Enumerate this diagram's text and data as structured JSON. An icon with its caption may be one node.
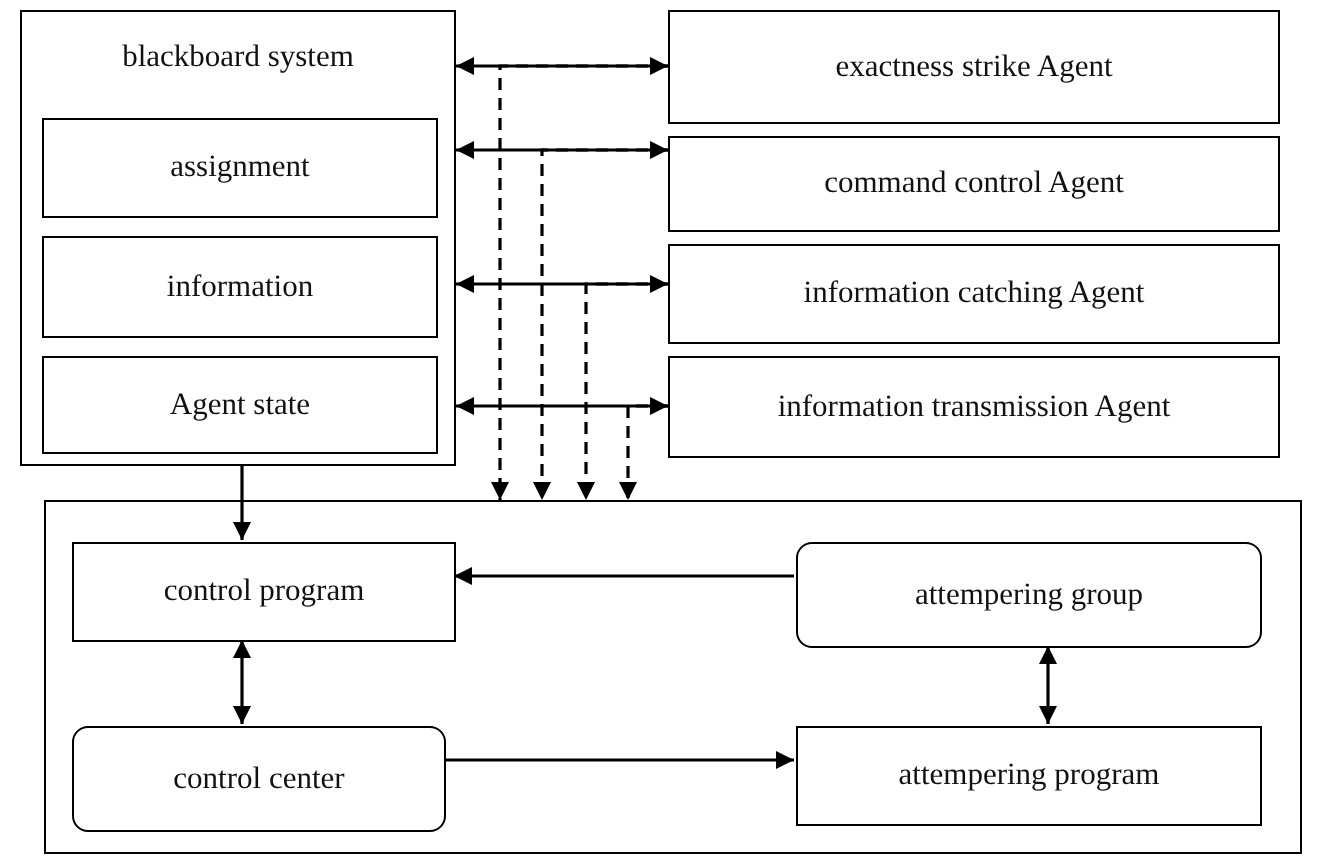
{
  "diagram": {
    "nodes": [
      {
        "text": [
          "blackboard system"
        ]
      },
      {
        "text": [
          "assignment"
        ],
        "in": 0
      },
      {
        "text": [
          "information"
        ],
        "in": 0
      },
      {
        "text": [
          "Agent state"
        ],
        "in": 0
      },
      {
        "text": [
          "exactness strike Agent"
        ]
      },
      {
        "text": [
          "command control Agent"
        ]
      },
      {
        "text": [
          "information catching Agent"
        ]
      },
      {
        "text": [
          "information transmission Agent"
        ]
      },
      {
        "text": [],
        "shape": "box"
      },
      {
        "text": [
          "control program"
        ],
        "in": 8
      },
      {
        "text": [
          "attempering group"
        ],
        "in": 8
      },
      {
        "text": [
          "control center"
        ],
        "in": 8
      },
      {
        "text": [
          "attempering program"
        ],
        "in": 8
      }
    ],
    "edges": [
      {
        "from": 0,
        "to": 4,
        "arrow": "both"
      },
      {
        "from": 0,
        "to": 5,
        "arrow": "both"
      },
      {
        "from": 0,
        "to": 6,
        "arrow": "both"
      },
      {
        "from": 0,
        "to": 7,
        "arrow": "both"
      },
      {
        "from": 4,
        "to": 8,
        "arrow": "to",
        "style": "dashed"
      },
      {
        "from": 5,
        "to": 8,
        "arrow": "to",
        "style": "dashed"
      },
      {
        "from": 6,
        "to": 8,
        "arrow": "to",
        "style": "dashed"
      },
      {
        "from": 7,
        "to": 8,
        "arrow": "to",
        "style": "dashed"
      },
      {
        "from": 0,
        "to": 9,
        "arrow": "to"
      },
      {
        "from": 10,
        "to": 9,
        "arrow": "to"
      },
      {
        "from": 9,
        "to": 11,
        "arrow": "both"
      },
      {
        "from": 11,
        "to": 12,
        "arrow": "to"
      },
      {
        "from": 10,
        "to": 12,
        "arrow": "both"
      }
    ]
  }
}
